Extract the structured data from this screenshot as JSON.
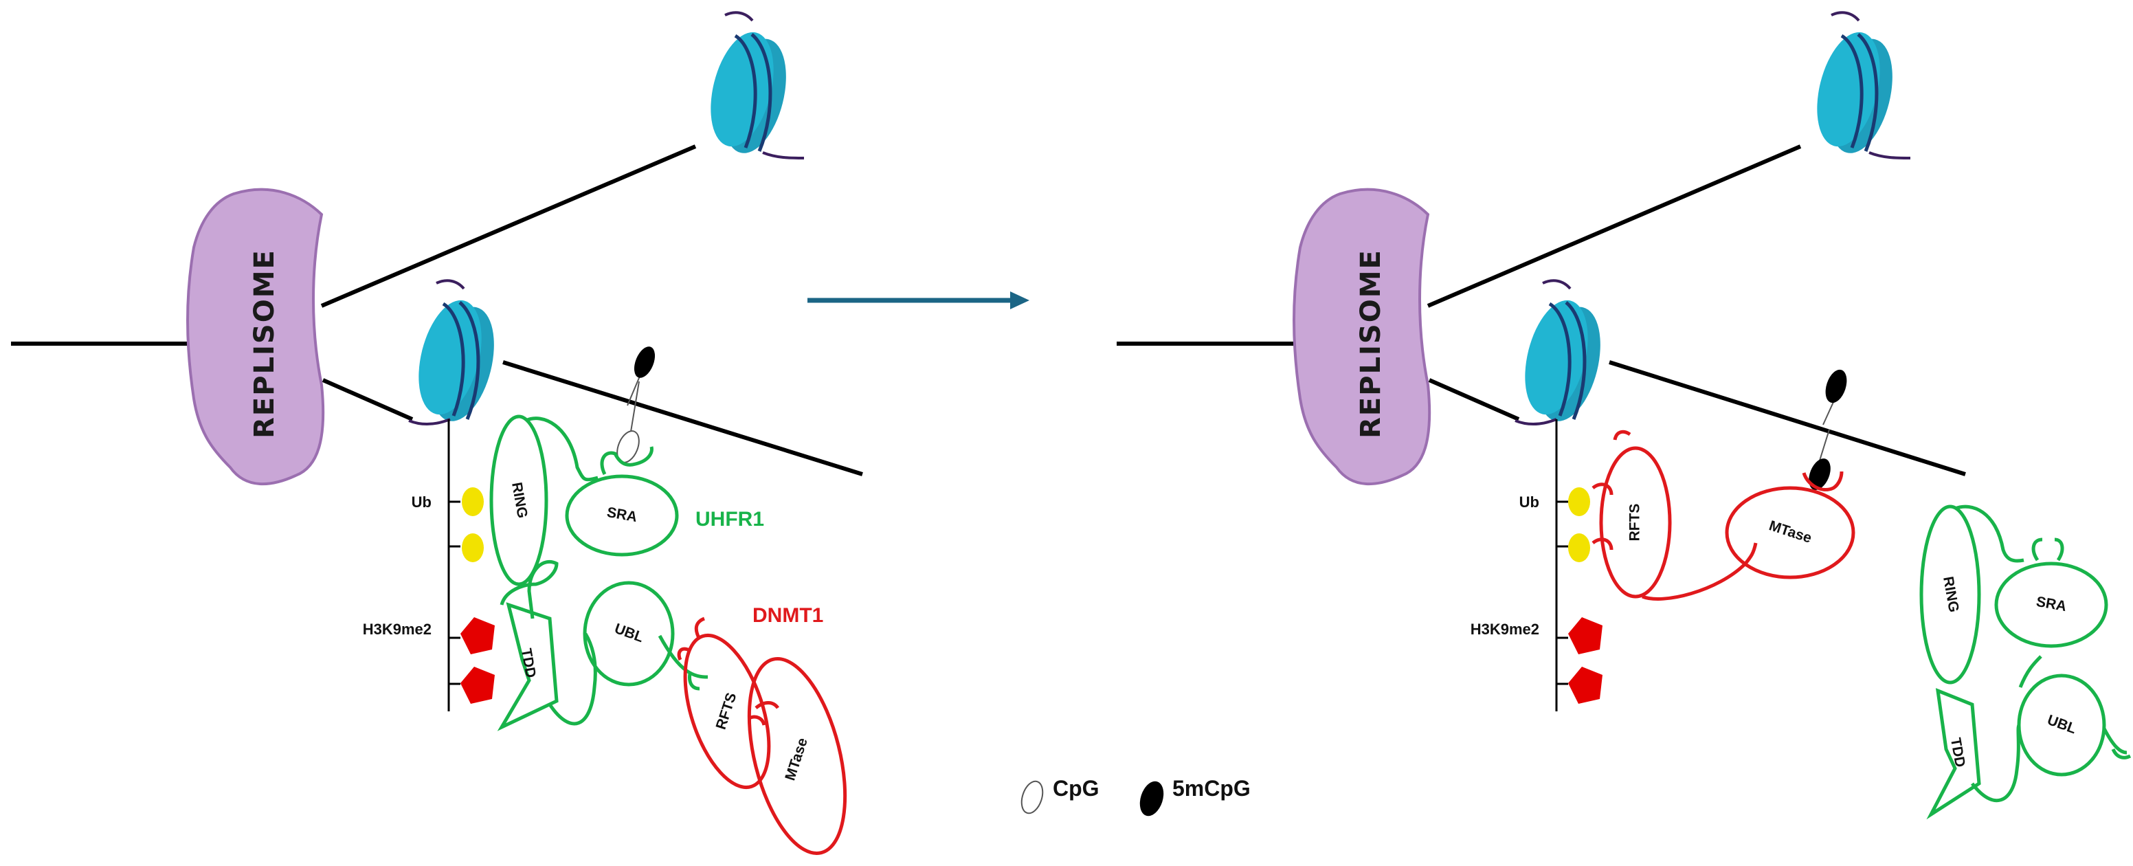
{
  "colors": {
    "replisome_fill": "#c9a6d6",
    "replisome_stroke": "#9b6fb0",
    "nucleosome": "#21b5d2",
    "nucleosome_dark": "#1a3a72",
    "uhrf1": "#18b34a",
    "dnmt1": "#e0191c",
    "ubiquitin": "#f2e200",
    "h3k9me2": "#e40000",
    "arrow": "#1b6585"
  },
  "left_panel": {
    "replisome": "REPLISOME",
    "marks": {
      "ub": "Ub",
      "h3k9me2": "H3K9me2"
    },
    "uhrf1": {
      "name": "UHFR1",
      "ring": "RING",
      "sra": "SRA",
      "tdd": "TDD",
      "ubl": "UBL"
    },
    "dnmt1": {
      "name": "DNMT1",
      "rfts": "RFTS",
      "mtase": "MTase"
    }
  },
  "right_panel": {
    "replisome": "REPLISOME",
    "marks": {
      "ub": "Ub",
      "h3k9me2": "H3K9me2"
    },
    "dnmt1": {
      "rfts": "RFTS",
      "mtase": "MTase"
    },
    "uhrf1": {
      "ring": "RING",
      "sra": "SRA",
      "tdd": "TDD",
      "ubl": "UBL"
    }
  },
  "legend": {
    "cpg": "CpG",
    "mcpg": "5mCpG"
  }
}
